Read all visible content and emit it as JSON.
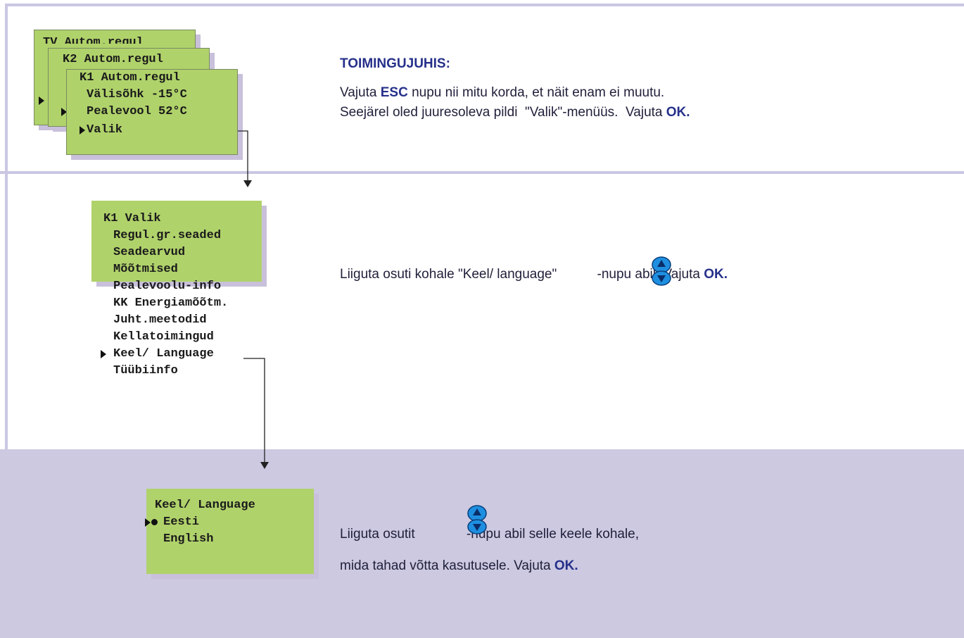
{
  "colors": {
    "frame": "#c9c7e2",
    "band": "#ccc9e1",
    "lcd_green": "#b0d26b",
    "lcd_shadow": "#c9c0db",
    "keyword": "#26308a",
    "button_blue": "#1e8fe0"
  },
  "step1": {
    "lcd_back2_title": "TV Autom.regul",
    "lcd_back1_title": "K2 Autom.regul",
    "lcd_front": {
      "title": "K1 Autom.regul",
      "line1": "Välisõhk -15°C",
      "line2": "Pealevool 52°C",
      "line3": "Valik"
    },
    "heading": "TOIMINGUJUHIS:",
    "line1_pre": "Vajuta ",
    "line1_kw": "ESC",
    "line1_post": " nupu nii mitu korda, et näit enam ei muutu.",
    "line2_pre": "Seejärel oled juuresoleva pildi  \"Valik\"-menüüs.  Vajuta ",
    "line2_kw": "OK."
  },
  "step2": {
    "menu_title": "K1 Valik",
    "menu_items": [
      "Regul.gr.seaded",
      "Seadearvud",
      "Mõõtmised",
      "Pealevoolu-info",
      "KK Energiamõõtm.",
      "Juht.meetodid",
      "Kellatoimingud",
      "Keel/ Language",
      "Tüübiinfo"
    ],
    "instr_pre": "Liiguta osuti kohale \"Keel/ language\"",
    "instr_post": " -nupu abil. Vajuta ",
    "instr_kw": "OK.",
    "button_icon": "up-down-arrow-button-icon"
  },
  "step3": {
    "lcd_title": "Keel/ Language",
    "lcd_options": [
      "Eesti",
      "English"
    ],
    "instr_line1_pre": "Liiguta osutit",
    "instr_line1_post": " -nupu abil selle keele kohale,",
    "instr_line2_pre": "mida tahad võtta kasutusele. Vajuta ",
    "instr_line2_kw": "OK.",
    "button_icon": "up-down-arrow-button-icon"
  }
}
